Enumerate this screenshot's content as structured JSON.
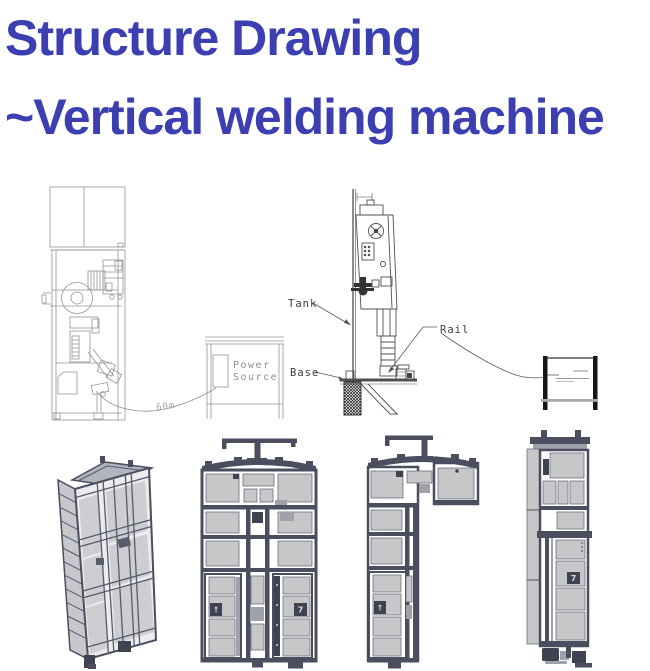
{
  "title": {
    "line1": "Structure Drawing",
    "line2": "~Vertical welding machine"
  },
  "colors": {
    "title_blue": "#3b3fb2",
    "cad_frame": "#4a4e5e",
    "cad_panel": "#c7c7ca",
    "cad_dark": "#3f4351",
    "sketch_line": "#949494"
  },
  "schematic": {
    "tank_label": "Tank",
    "rail_label": "Rail",
    "base_label": "Base",
    "power_source_line1": "Power",
    "power_source_line2": "Source",
    "cable_length_label": "60m"
  },
  "renders": {
    "badge_front_left": "↑",
    "badge_front_right": "7",
    "badge_l_view": "↑",
    "badge_side_view": "7"
  }
}
